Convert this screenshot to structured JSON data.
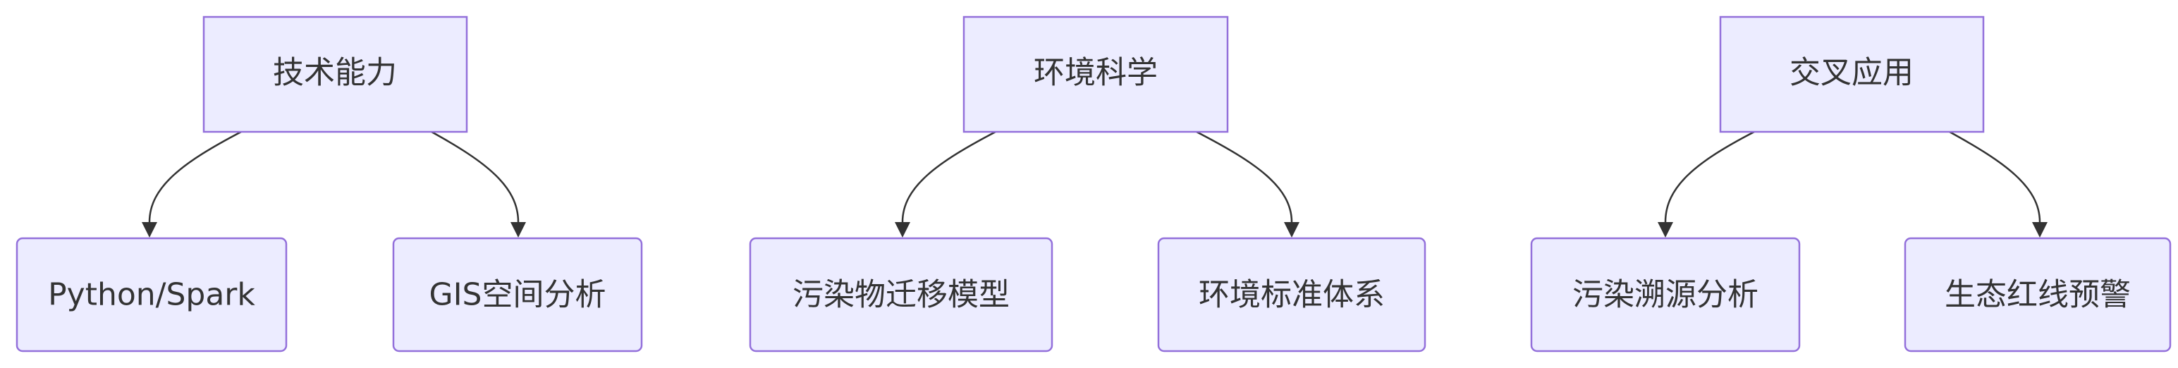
{
  "diagram": {
    "type": "tree",
    "groups": [
      {
        "root": {
          "label": "技术能力"
        },
        "children": [
          {
            "label": "Python/Spark"
          },
          {
            "label": "GIS空间分析"
          }
        ]
      },
      {
        "root": {
          "label": "环境科学"
        },
        "children": [
          {
            "label": "污染物迁移模型"
          },
          {
            "label": "环境标准体系"
          }
        ]
      },
      {
        "root": {
          "label": "交叉应用"
        },
        "children": [
          {
            "label": "污染溯源分析"
          },
          {
            "label": "生态红线预警"
          }
        ]
      }
    ],
    "colors": {
      "node_fill": "#ECECFF",
      "node_stroke": "#9370DB",
      "edge": "#333333",
      "text": "#333333"
    }
  }
}
